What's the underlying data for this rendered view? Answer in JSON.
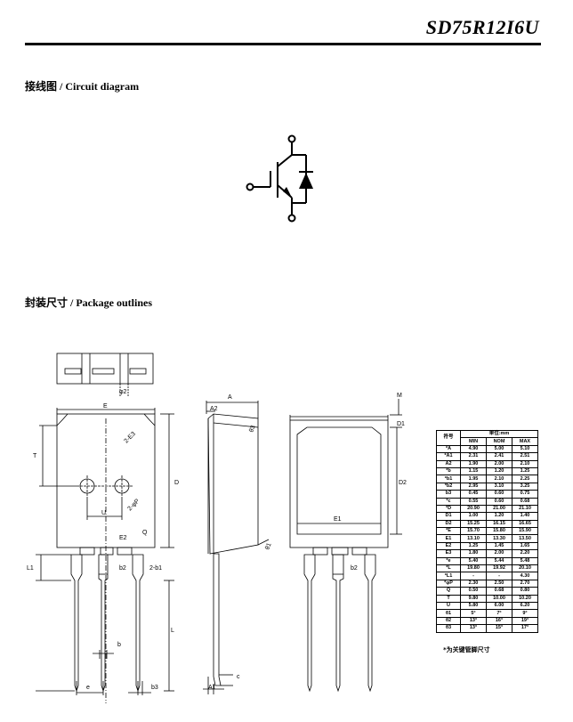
{
  "header": {
    "part_number": "SD75R12I6U"
  },
  "sections": {
    "circuit": {
      "title_cn": "接线图",
      "title_en": " / Circuit diagram"
    },
    "package": {
      "title_cn": "封装尺寸",
      "title_en": " / Package outlines"
    }
  },
  "drawing_labels": {
    "E": "E",
    "phi2": "φ2",
    "T": "T",
    "D": "D",
    "Q": "Q",
    "e": "e",
    "b": "b",
    "b1": "b1",
    "b2": "b2",
    "b3": "b3",
    "two_b1": "2-b1",
    "two_E3": "2-E3",
    "two_phi": "2-φP",
    "E2": "E2",
    "L": "L",
    "L1": "L1",
    "A": "A",
    "A1": "A1",
    "A2": "A2",
    "c": "c",
    "theta3": "θ3",
    "theta1": "θ1",
    "D1": "D1",
    "D2": "D2",
    "E1": "E1",
    "M": "M"
  },
  "dim_table": {
    "unit_header": "单位:mm",
    "symbol_header": "符号",
    "col_headers": [
      "MIN",
      "NOM",
      "MAX"
    ],
    "rows": [
      [
        "*A",
        "4.90",
        "5.00",
        "5.10"
      ],
      [
        "*A1",
        "2.31",
        "2.41",
        "2.51"
      ],
      [
        "A2",
        "1.90",
        "2.00",
        "2.10"
      ],
      [
        "*b",
        "1.15",
        "1.20",
        "1.25"
      ],
      [
        "*b1",
        "1.95",
        "2.10",
        "2.25"
      ],
      [
        "*b2",
        "2.95",
        "3.10",
        "3.25"
      ],
      [
        "b3",
        "0.45",
        "0.60",
        "0.75"
      ],
      [
        "*c",
        "0.55",
        "0.60",
        "0.68"
      ],
      [
        "*D",
        "20.90",
        "21.00",
        "21.10"
      ],
      [
        "D1",
        "1.00",
        "1.20",
        "1.40"
      ],
      [
        "D2",
        "15.25",
        "16.15",
        "16.65"
      ],
      [
        "*E",
        "15.70",
        "15.80",
        "15.90"
      ],
      [
        "E1",
        "13.10",
        "13.30",
        "13.50"
      ],
      [
        "E2",
        "1.25",
        "1.45",
        "1.65"
      ],
      [
        "E3",
        "1.80",
        "2.00",
        "2.20"
      ],
      [
        "*e",
        "5.40",
        "5.44",
        "5.48"
      ],
      [
        "*L",
        "19.80",
        "19.92",
        "20.10"
      ],
      [
        "*L1",
        "-",
        "-",
        "4.30"
      ],
      [
        "*φP",
        "2.30",
        "2.50",
        "2.70"
      ],
      [
        "Q",
        "0.50",
        "0.68",
        "0.80"
      ],
      [
        "T",
        "9.80",
        "10.00",
        "10.20"
      ],
      [
        "U",
        "5.80",
        "6.00",
        "6.20"
      ],
      [
        "θ1",
        "5°",
        "7°",
        "9°"
      ],
      [
        "θ2",
        "13°",
        "16°",
        "19°"
      ],
      [
        "θ3",
        "13°",
        "15°",
        "17°"
      ]
    ],
    "note": "*为关键管脚尺寸"
  }
}
